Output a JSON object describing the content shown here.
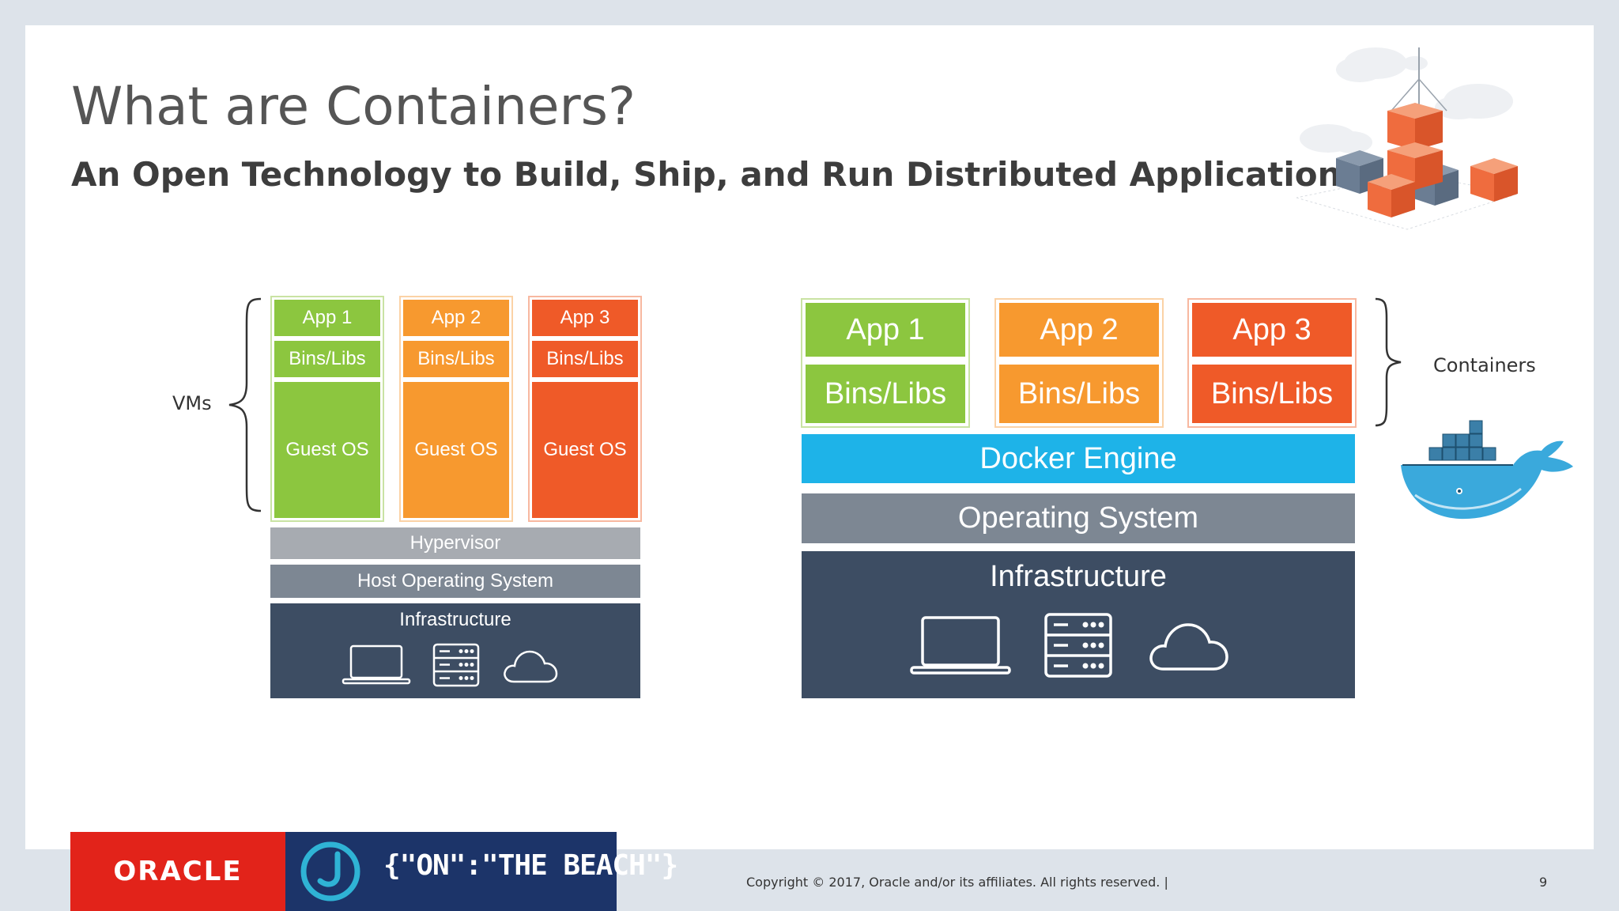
{
  "slide": {
    "title": "What are Containers?",
    "subtitle": "An Open Technology to Build, Ship, and Run Distributed Applications"
  },
  "vm": {
    "brace_label": "VMs",
    "columns": [
      {
        "app": "App 1",
        "bins": "Bins/Libs",
        "os": "Guest OS",
        "color": "#8cc63f"
      },
      {
        "app": "App 2",
        "bins": "Bins/Libs",
        "os": "Guest OS",
        "color": "#f7992f"
      },
      {
        "app": "App 3",
        "bins": "Bins/Libs",
        "os": "Guest OS",
        "color": "#ef5a28"
      }
    ],
    "hypervisor": "Hypervisor",
    "host_os": "Host Operating System",
    "infrastructure": "Infrastructure"
  },
  "containers": {
    "brace_label": "Containers",
    "columns": [
      {
        "app": "App 1",
        "bins": "Bins/Libs",
        "color": "#8cc63f"
      },
      {
        "app": "App 2",
        "bins": "Bins/Libs",
        "color": "#f7992f"
      },
      {
        "app": "App 3",
        "bins": "Bins/Libs",
        "color": "#ef5a28"
      }
    ],
    "engine": "Docker Engine",
    "os": "Operating System",
    "infrastructure": "Infrastructure"
  },
  "colors": {
    "docker_engine": "#1eb3e8",
    "os_gray": "#7d8793",
    "hypervisor_gray": "#a7abb1",
    "infra_navy": "#3d4d63"
  },
  "footer": {
    "copyright": "Copyright © 2017, Oracle and/or its affiliates. All rights reserved.  |",
    "page_number": "9",
    "oracle_logo": "ORACLE",
    "event_logo": "{\"ON\":\"THE BEACH\"}"
  },
  "icons": [
    "laptop-icon",
    "server-icon",
    "cloud-icon",
    "docker-whale-icon",
    "containers-cloud-illustration"
  ]
}
